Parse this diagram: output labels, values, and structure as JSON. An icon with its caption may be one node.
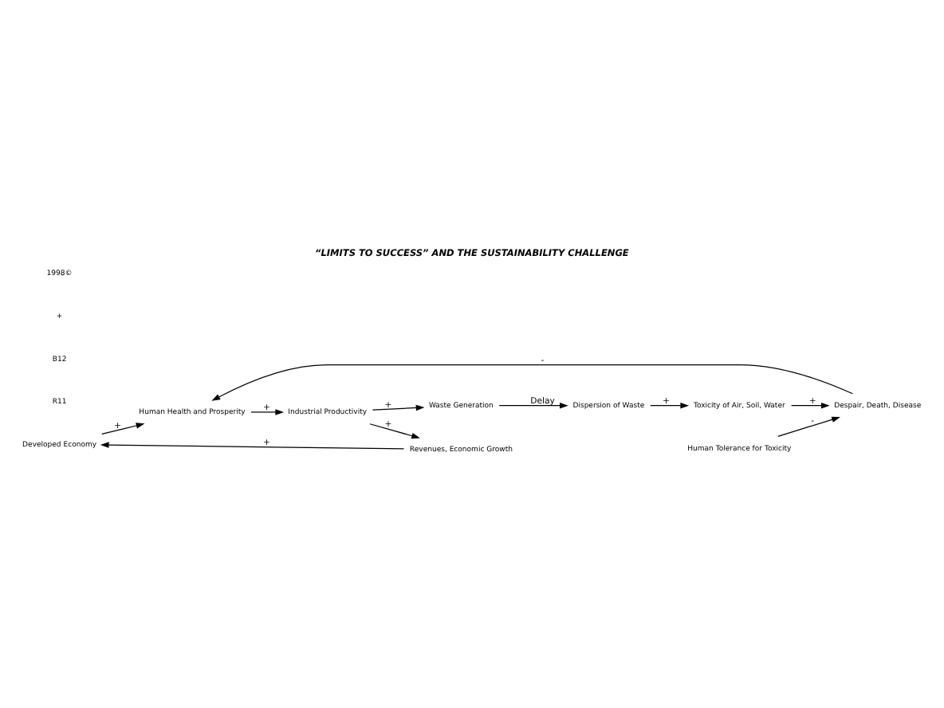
{
  "diagram": {
    "title": "“LIMITS TO SUCCESS” AND THE SUSTAINABILITY CHALLENGE",
    "nodes": [
      {
        "text": [
          "Developed Economy"
        ]
      },
      {
        "text": [
          "Human Health and Prosperity"
        ]
      },
      {
        "text": [
          "Industrial Productivity"
        ]
      },
      {
        "text": [
          "Revenues, Economic Growth"
        ]
      },
      {
        "text": [
          "Waste Generation"
        ]
      },
      {
        "text": [
          "Dispersion of Waste"
        ]
      },
      {
        "text": [
          "Toxicity of Air, Soil, Water"
        ]
      },
      {
        "text": [
          "Despair, Death, Disease"
        ]
      },
      {
        "text": [
          "Human Tolerance for Toxicity"
        ]
      }
    ],
    "edges": [
      {
        "from": 0,
        "to": 1,
        "arrow": "to",
        "label": "+"
      },
      {
        "from": 1,
        "to": 2,
        "arrow": "to",
        "label": "+"
      },
      {
        "from": 2,
        "to": 3,
        "arrow": "to",
        "label": "+"
      },
      {
        "from": 3,
        "to": 0,
        "arrow": "to",
        "label": "+"
      },
      {
        "from": 2,
        "to": 4,
        "arrow": "to",
        "label": "+"
      },
      {
        "from": 4,
        "to": 5,
        "arrow": "to",
        "label": "Delay"
      },
      {
        "from": 5,
        "to": 6,
        "arrow": "to",
        "label": "+"
      },
      {
        "from": 6,
        "to": 7,
        "arrow": "to",
        "label": "+"
      },
      {
        "from": 8,
        "to": 7,
        "arrow": "to",
        "label": "-"
      },
      {
        "from": 7,
        "to": 1,
        "arrow": "to",
        "label": "-"
      }
    ],
    "labels": [
      "R11",
      "B12",
      "+",
      "1998©"
    ]
  }
}
